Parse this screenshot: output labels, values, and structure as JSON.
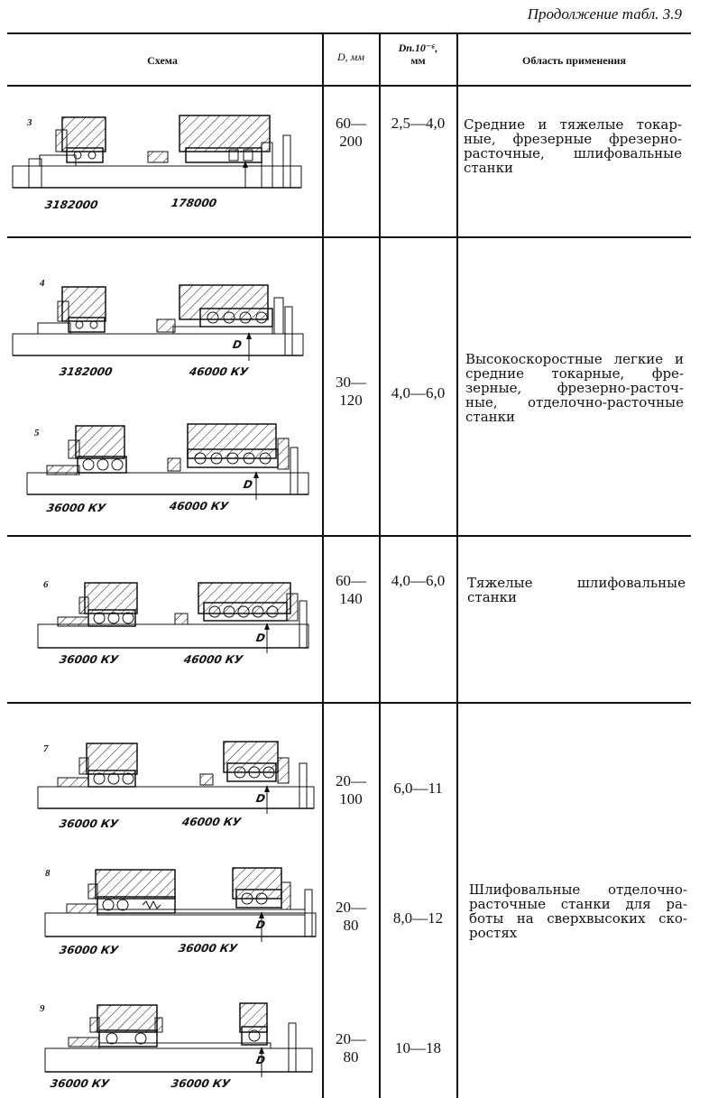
{
  "caption": "Продолжение табл. 3.9",
  "headers": {
    "scheme": "Схема",
    "d_mm": "D, мм",
    "dn": "Dn.10⁻⁶,",
    "dn_unit": "мм",
    "application": "Область применения"
  },
  "rows": [
    {
      "no": "3",
      "labels": [
        "3182000",
        "178000"
      ],
      "d_lines": [
        "60—",
        "200"
      ],
      "dn": "2,5—4,0",
      "desc": "Средние и тяжелые токар-ные, фрезерные фрезерно-расточные, шлифовальные станки"
    },
    {
      "no": "4",
      "labels": [
        "3182000",
        "46000 КУ"
      ]
    },
    {
      "no": "5",
      "labels": [
        "36000 КУ",
        "46000 КУ"
      ]
    },
    {
      "no": "6",
      "labels": [
        "36000 КУ",
        "46000 КУ"
      ],
      "d_lines": [
        "60—",
        "140"
      ],
      "dn": "4,0—6,0",
      "desc": "Тяжелые шлифовальные станки"
    },
    {
      "no": "7",
      "labels": [
        "36000 КУ",
        "46000 КУ"
      ],
      "d_lines": [
        "20—",
        "100"
      ],
      "dn": "6,0—11"
    },
    {
      "no": "8",
      "labels": [
        "36000 КУ",
        "36000 КУ"
      ],
      "d_lines": [
        "20—",
        "80"
      ],
      "dn": "8,0—12"
    },
    {
      "no": "9",
      "labels": [
        "36000 КУ",
        "36000 КУ"
      ],
      "d_lines": [
        "20—",
        "80"
      ],
      "dn": "10—18"
    }
  ],
  "group_2": {
    "d_lines": [
      "30—",
      "120"
    ],
    "dn": "4,0—6,0",
    "desc": "Высокоскоростные легкие и средние токарные, фре-зерные, фрезерно-расточ-ные, отделочно-расточные станки"
  },
  "group_4": {
    "desc": "Шлифовальные отделочно-расточные станки для ра-боты на сверхвысоких ско-ростях"
  },
  "d_symbol": "D"
}
